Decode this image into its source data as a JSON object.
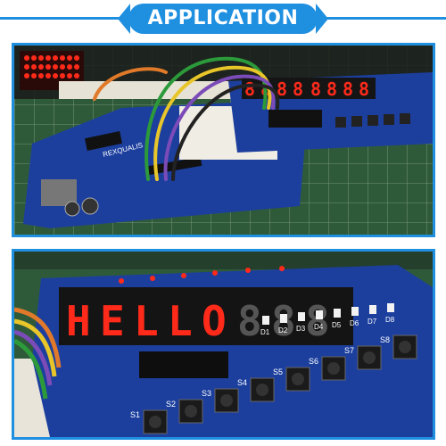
{
  "banner": {
    "title": "APPLICATION",
    "color": "#1f8fe0"
  },
  "photos": {
    "top": {
      "board_labels": {
        "brand": "REXQUALIS"
      },
      "display_digits": [
        "8",
        "8",
        "8",
        "8",
        "8",
        "8",
        "8",
        "8"
      ]
    },
    "bottom": {
      "display_digits": [
        "H",
        "E",
        "L",
        "L",
        "O",
        "8",
        "8",
        "8"
      ],
      "led_labels": [
        "D1",
        "D2",
        "D3",
        "D4",
        "D5",
        "D6",
        "D7",
        "D8"
      ],
      "button_labels": [
        "S1",
        "S2",
        "S3",
        "S4",
        "S5",
        "S6",
        "S7",
        "S8"
      ]
    }
  },
  "colors": {
    "board_blue": "#1c3f9e",
    "led_red": "#ff2a1a",
    "mat_green": "#2f5a3a"
  }
}
